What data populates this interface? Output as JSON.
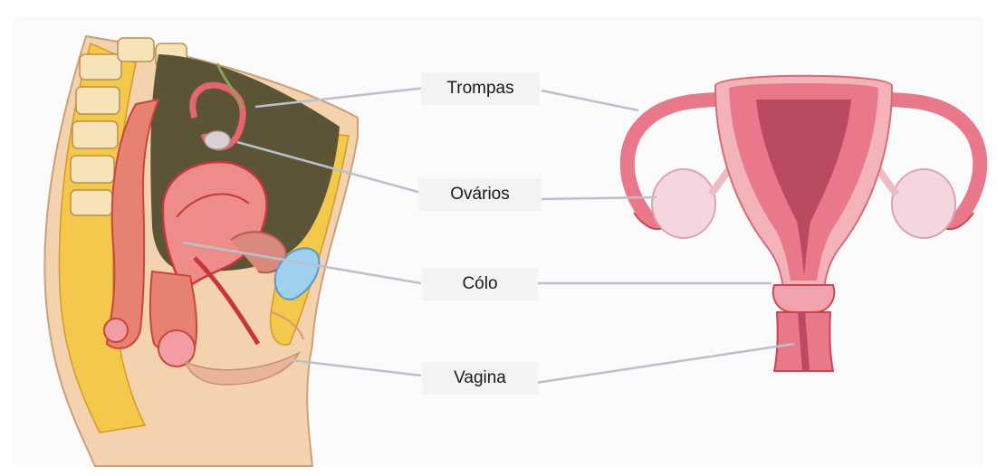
{
  "labels": {
    "trompas": "Trompas",
    "ovarios": "Ovários",
    "colo": "Cólo",
    "vagina": "Vagina"
  },
  "colors": {
    "skin": "#f3d2ad",
    "fat": "#f4c84a",
    "uterus": "#e9788a",
    "uterus_inner": "#b94a60",
    "ovary": "#f6d6de",
    "bladder": "#9fd1ee",
    "cavity": "#5b5436",
    "leader_line": "#b9c2cc"
  }
}
